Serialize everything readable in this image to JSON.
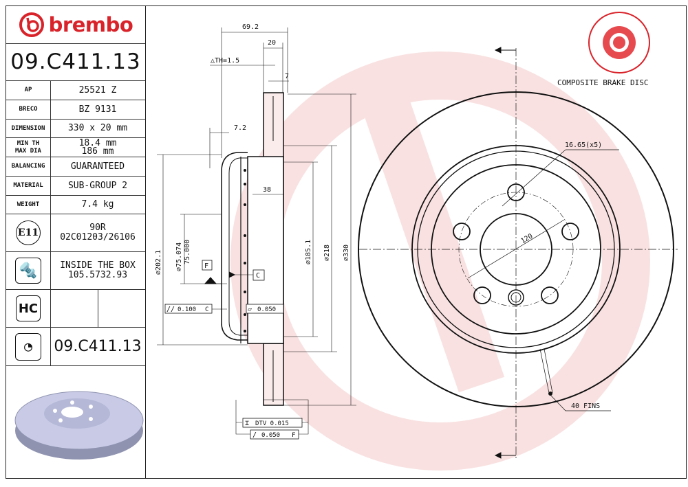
{
  "brand": {
    "name": "brembo",
    "color": "#d9232a",
    "watermark_color": "#f6d4d4"
  },
  "part_number": "09.C411.13",
  "specs": [
    {
      "label": "AP",
      "value": "25521 Z"
    },
    {
      "label": "BRECO",
      "value": "BZ 9131"
    },
    {
      "label": "DIMENSION",
      "value": "330 x 20 mm"
    },
    {
      "label": "MIN TH\nMAX DIA",
      "value": "18.4 mm\n186 mm"
    },
    {
      "label": "BALANCING",
      "value": "GUARANTEED"
    },
    {
      "label": "MATERIAL",
      "value": "SUB-GROUP 2"
    },
    {
      "label": "WEIGHT",
      "value": "7.4 kg"
    }
  ],
  "homologation": {
    "mark": "E11",
    "line1": "90R",
    "line2": "02C01203/26106"
  },
  "screws": {
    "line1": "INSIDE THE BOX",
    "line2": "105.5732.93"
  },
  "hc": {
    "mark": "HC"
  },
  "caliper_part": "09.C411.13",
  "composite_label": "COMPOSITE BRAKE DISC",
  "dimensions": {
    "overall_width": "69.2",
    "thickness": "20",
    "delta_th": "△TH=1.5",
    "seven": "7",
    "hat_wall": "7.2",
    "hub_depth": "38",
    "d202": "⌀202.1",
    "d75a": "⌀75.074",
    "d75b": "75.000",
    "d185": "⌀185.1",
    "d218": "⌀218",
    "d330": "⌀330",
    "datum_f": "F",
    "datum_c": "C",
    "parallel": "0.100",
    "parallel_ref": "C",
    "flatness": "0.050",
    "dtv": "DTV 0.015",
    "runout": "0.050",
    "runout_ref": "F",
    "bolt_hole": "16.65(x5)",
    "pcd": "120",
    "fins": "40 FINS"
  }
}
